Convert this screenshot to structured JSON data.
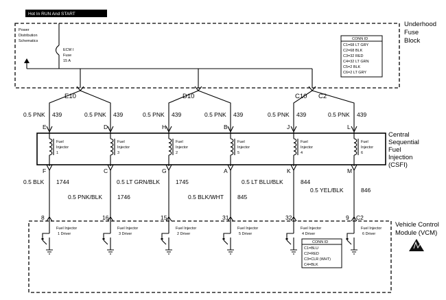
{
  "hot_label": "Hot In RUN And START",
  "pds_lines": [
    "Power",
    "Distribution",
    "Schematics"
  ],
  "fuse": {
    "lines": [
      "ECM I",
      "Fuse",
      "15 A"
    ]
  },
  "underhood_lines": [
    "Underhood",
    "Fuse",
    "Block"
  ],
  "conn_top": {
    "title": "CONN ID",
    "rows": [
      "C1=68 LT GRY",
      "C2=68 BLK",
      "C3=32 RED",
      "C4=32 LT GRN",
      "C5=2 BLK",
      "C6=2 LT GRY"
    ]
  },
  "splices": {
    "e10": "E10",
    "d10": "D10",
    "c10": "C10",
    "c2_top": "C2"
  },
  "csfi_lines": [
    "Central",
    "Sequential",
    "Fuel",
    "Injection",
    "(CSFI)"
  ],
  "vcm_lines": [
    "Vehicle Control",
    "Module (VCM)"
  ],
  "bottom_c2": "C2",
  "conn_bottom": {
    "title": "CONN ID",
    "rows": [
      "C1=BLU",
      "C2=RED",
      "C3=CLR (WHT)",
      "C4=BLK"
    ]
  },
  "columns": [
    {
      "feed_wire": "0.5 PNK",
      "feed_circuit": "439",
      "top_pin": "E",
      "inj_lines": [
        "Fuel",
        "Injector",
        "1"
      ],
      "bottom_pin": "F",
      "wire": "0.5 BLK",
      "circuit": "1744",
      "vcm_pin": "8",
      "driver_lines": [
        "Fuel Injector",
        "1 Driver"
      ]
    },
    {
      "feed_wire": "0.5 PNK",
      "feed_circuit": "439",
      "top_pin": "D",
      "inj_lines": [
        "Fuel",
        "Injector",
        "3"
      ],
      "bottom_pin": "C",
      "wire": "0.5 PNK/BLK",
      "circuit": "1746",
      "vcm_pin": "16",
      "driver_lines": [
        "Fuel Injector",
        "3 Driver"
      ]
    },
    {
      "feed_wire": "0.5 PNK",
      "feed_circuit": "439",
      "top_pin": "H",
      "inj_lines": [
        "Fuel",
        "Injector",
        "2"
      ],
      "bottom_pin": "G",
      "wire": "0.5 LT GRN/BLK",
      "circuit": "1745",
      "vcm_pin": "15",
      "driver_lines": [
        "Fuel Injector",
        "2 Driver"
      ]
    },
    {
      "feed_wire": "0.5 PNK",
      "feed_circuit": "439",
      "top_pin": "B",
      "inj_lines": [
        "Fuel",
        "Injector",
        "5"
      ],
      "bottom_pin": "A",
      "wire": "0.5 BLK/WHT",
      "circuit": "845",
      "vcm_pin": "31",
      "driver_lines": [
        "Fuel Injector",
        "5 Driver"
      ]
    },
    {
      "feed_wire": "0.5 PNK",
      "feed_circuit": "439",
      "top_pin": "J",
      "inj_lines": [
        "Fuel",
        "Injector",
        "4"
      ],
      "bottom_pin": "K",
      "wire": "0.5 LT BLU/BLK",
      "circuit": "844",
      "vcm_pin": "32",
      "driver_lines": [
        "Fuel Injector",
        "4 Driver"
      ]
    },
    {
      "feed_wire": "0.5 PNK",
      "feed_circuit": "439",
      "top_pin": "L",
      "inj_lines": [
        "Fuel",
        "Injector",
        "6"
      ],
      "bottom_pin": "M",
      "wire": "0.5 YEL/BLK",
      "circuit": "846",
      "vcm_pin": "9",
      "driver_lines": [
        "Fuel Injector",
        "6 Driver"
      ]
    }
  ]
}
